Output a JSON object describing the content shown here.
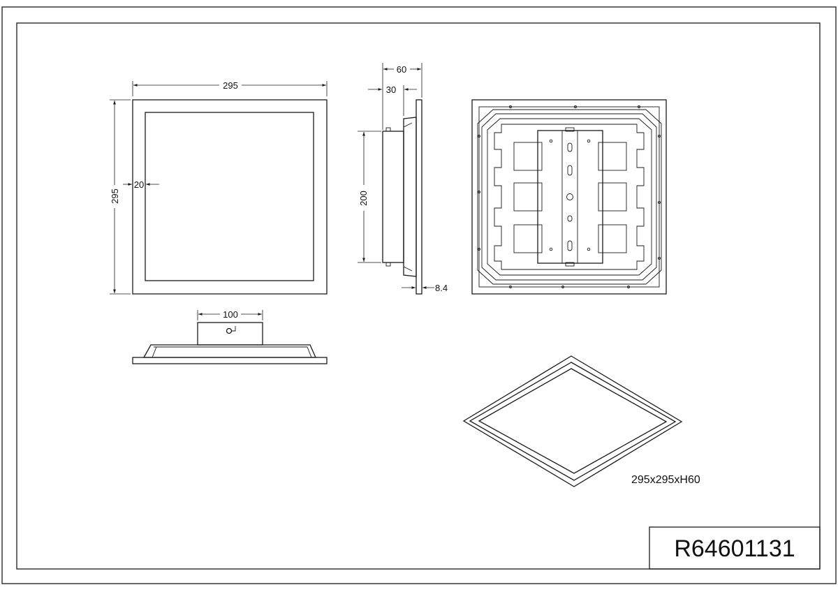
{
  "product_code": "R64601131",
  "size_note": "295x295xH60",
  "dimensions": {
    "front_width": "295",
    "front_height": "295",
    "frame_border": "20",
    "side_depth_total": "60",
    "side_depth_body": "30",
    "side_body_height": "200",
    "side_panel_thickness": "8.4",
    "bottom_body_width": "100"
  },
  "colors": {
    "line": "#1a1a1a",
    "background": "#ffffff"
  }
}
